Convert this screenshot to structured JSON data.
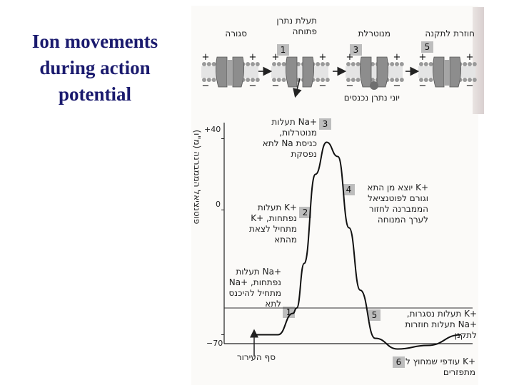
{
  "slide_title": [
    "Ion movements",
    "during action",
    "potential"
  ],
  "channel_states": [
    {
      "label": "סגורה",
      "num": ""
    },
    {
      "label": "תעלת נתרן פתוחה",
      "num": "1"
    },
    {
      "label": "מנוטרלת",
      "num": "3"
    },
    {
      "label": "חוזרת לתקנה",
      "num": "5"
    }
  ],
  "sodium_ions_label": "יוני נתרן נכנסים",
  "membrane_signs": {
    "plus": "+",
    "minus": "−"
  },
  "axis": {
    "y_label": "פוטנציאל הממברנה (מ\"ו)",
    "ticks": [
      "+40",
      "0",
      "−70"
    ],
    "x_label": "סף העירור"
  },
  "annotations": [
    {
      "num": "3",
      "text": "+Na תעלות מנוטרלות, כניסת Na לתא נפסקת"
    },
    {
      "num": "4",
      "text": "+K יוצא מן התא וגורם לפוטנציאל הממברנה לחזור לערך המנוחה"
    },
    {
      "num": "2",
      "text": "+K תעלות נפתחות, +K מתחיל לצאת מהתא"
    },
    {
      "num": "1",
      "text": "+Na תעלות נפתחות, +Na מתחיל להיכנס לתא"
    },
    {
      "num": "5",
      "text": "+K תעלות נסגרות, +Na תעלות חוזרות לתקנן"
    },
    {
      "num": "6",
      "text": "+K עודפי שמחוץ לתא מתפזרים"
    }
  ],
  "chart_data": {
    "type": "line",
    "title": "",
    "xlabel": "",
    "ylabel": "פוטנציאל הממברנה (מ\"ו)",
    "y_ticks": [
      40,
      0,
      -70
    ],
    "ylim": [
      -75,
      45
    ],
    "series": [
      {
        "name": "",
        "x": [
          0,
          0.6,
          1.0,
          1.1,
          1.3,
          1.6,
          1.9,
          2.2,
          2.5,
          2.8,
          3.2,
          3.8,
          4.6,
          5.5
        ],
        "y": [
          -70,
          -70,
          -58,
          -55,
          -30,
          20,
          38,
          30,
          -10,
          -45,
          -72,
          -78,
          -76,
          -70
        ]
      }
    ],
    "threshold": -55
  }
}
